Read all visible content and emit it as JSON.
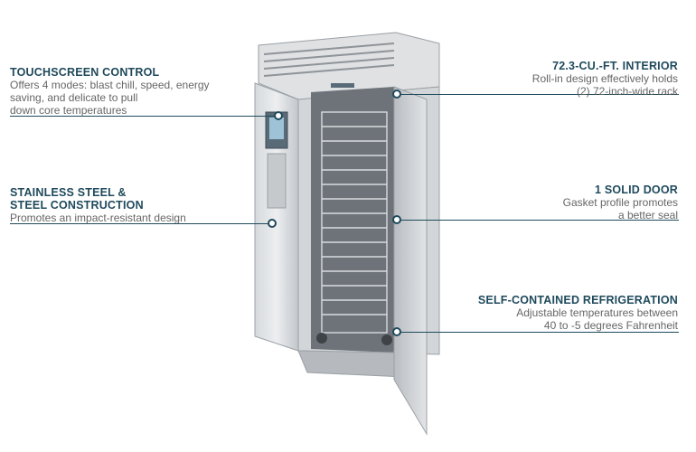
{
  "callouts": {
    "touchscreen": {
      "title": "TOUCHSCREEN CONTROL",
      "desc": [
        "Offers 4 modes: blast chill, speed, energy",
        "saving, and delicate to pull",
        "down core temperatures"
      ]
    },
    "stainless": {
      "title": [
        "STAINLESS STEEL &",
        "STEEL CONSTRUCTION"
      ],
      "desc": [
        "Promotes an impact-resistant design"
      ]
    },
    "interior": {
      "title": "72.3-CU.-FT. INTERIOR",
      "desc": [
        "Roll-in design effectively holds",
        "(2) 72-inch-wide rack"
      ]
    },
    "door": {
      "title": "1 SOLID DOOR",
      "desc": [
        "Gasket profile promotes",
        "a better seal"
      ]
    },
    "refrigeration": {
      "title": "SELF-CONTAINED REFRIGERATION",
      "desc": [
        "Adjustable temperatures between",
        "40 to -5 degrees Fahrenheit"
      ]
    }
  },
  "colors": {
    "accent": "#1f4a5c",
    "steel": "#c9ccd0",
    "steel_dark": "#8f9499"
  }
}
